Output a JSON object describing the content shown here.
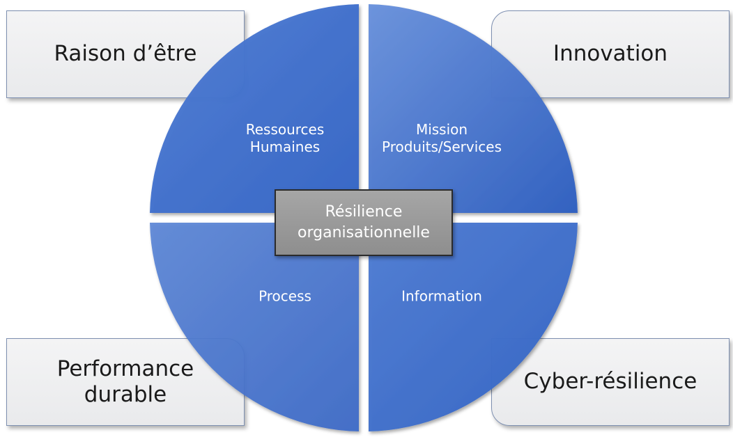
{
  "corners": {
    "top_left": "Raison d’être",
    "top_right": "Innovation",
    "bottom_left": [
      "Performance",
      "durable"
    ],
    "bottom_right": "Cyber-résilience"
  },
  "quadrants": {
    "top_left": [
      "Ressources",
      "Humaines"
    ],
    "top_right": [
      "Mission",
      "Produits/Services"
    ],
    "bottom_left": "Process",
    "bottom_right": "Information"
  },
  "center": [
    "Résilience",
    "organisationnelle"
  ],
  "colors": {
    "quadrant_light": "#5d88d8",
    "quadrant_dark": "#3464c4",
    "center_box": "#999999",
    "corner_fill": "#eeeeef",
    "corner_border": "#7d8fb0"
  }
}
